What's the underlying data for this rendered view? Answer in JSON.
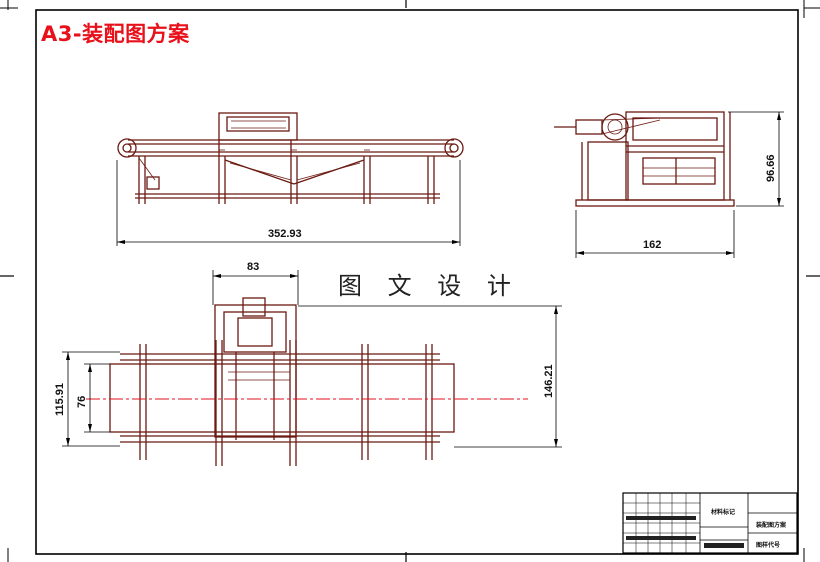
{
  "drawing": {
    "title": "A3-装配图方案",
    "watermark": "图 文 设 计"
  },
  "dimensions": {
    "front_length": "352.93",
    "side_width": "162",
    "side_height": "96.66",
    "top_width": "83",
    "top_height": "146.21",
    "top_left_outer": "115.91",
    "top_left_inner": "76"
  },
  "title_block": {
    "material_label": "材料标记",
    "drawing_name": "装配图方案",
    "part_code": "图样代号"
  },
  "colors": {
    "frame": "#000000",
    "part_lines": "#6b1a12",
    "center_line": "#e01020",
    "title": "#e8101a"
  }
}
